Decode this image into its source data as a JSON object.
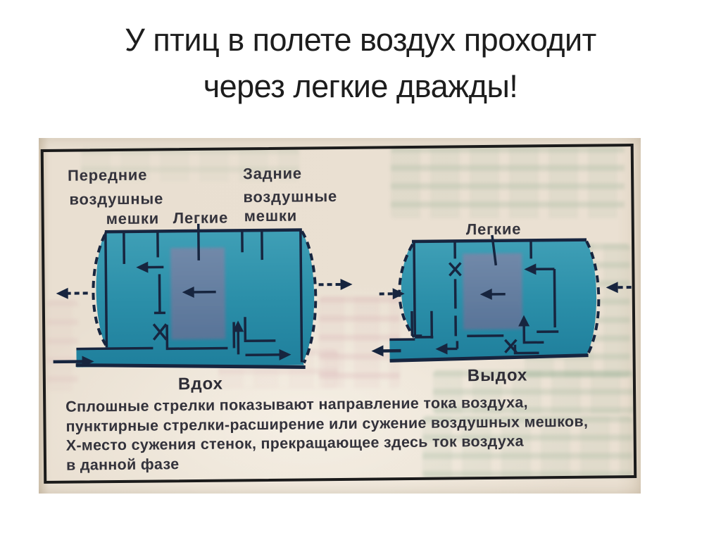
{
  "title": {
    "line1": "У птиц в полете воздух проходит",
    "line2": "через легкие дважды!"
  },
  "figure": {
    "left_diagram": {
      "front_sacs_label": [
        "Передние",
        "воздушные",
        "мешки"
      ],
      "lungs_label": "Легкие",
      "rear_sacs_label": [
        "Задние",
        "воздушные",
        "мешки"
      ],
      "phase_label": "Вдох"
    },
    "right_diagram": {
      "lungs_label": "Легкие",
      "phase_label": "Выдох"
    },
    "caption": [
      "Сплошные стрелки показывают направление тока воздуха,",
      "пунктирные стрелки-расширение или сужение воздушных мешков,",
      "Х-место сужения стенок, прекращающее здесь ток воздуха",
      "в данной фазе"
    ],
    "colors": {
      "paper": "#e9dfd1",
      "body_teal": "#2b90aa",
      "lungs_slate": "#7183a5",
      "ink_navy": "#17253f",
      "label_ink": "#35343d",
      "bleed_green": "#7da082",
      "bleed_pink": "#ca909c"
    }
  }
}
